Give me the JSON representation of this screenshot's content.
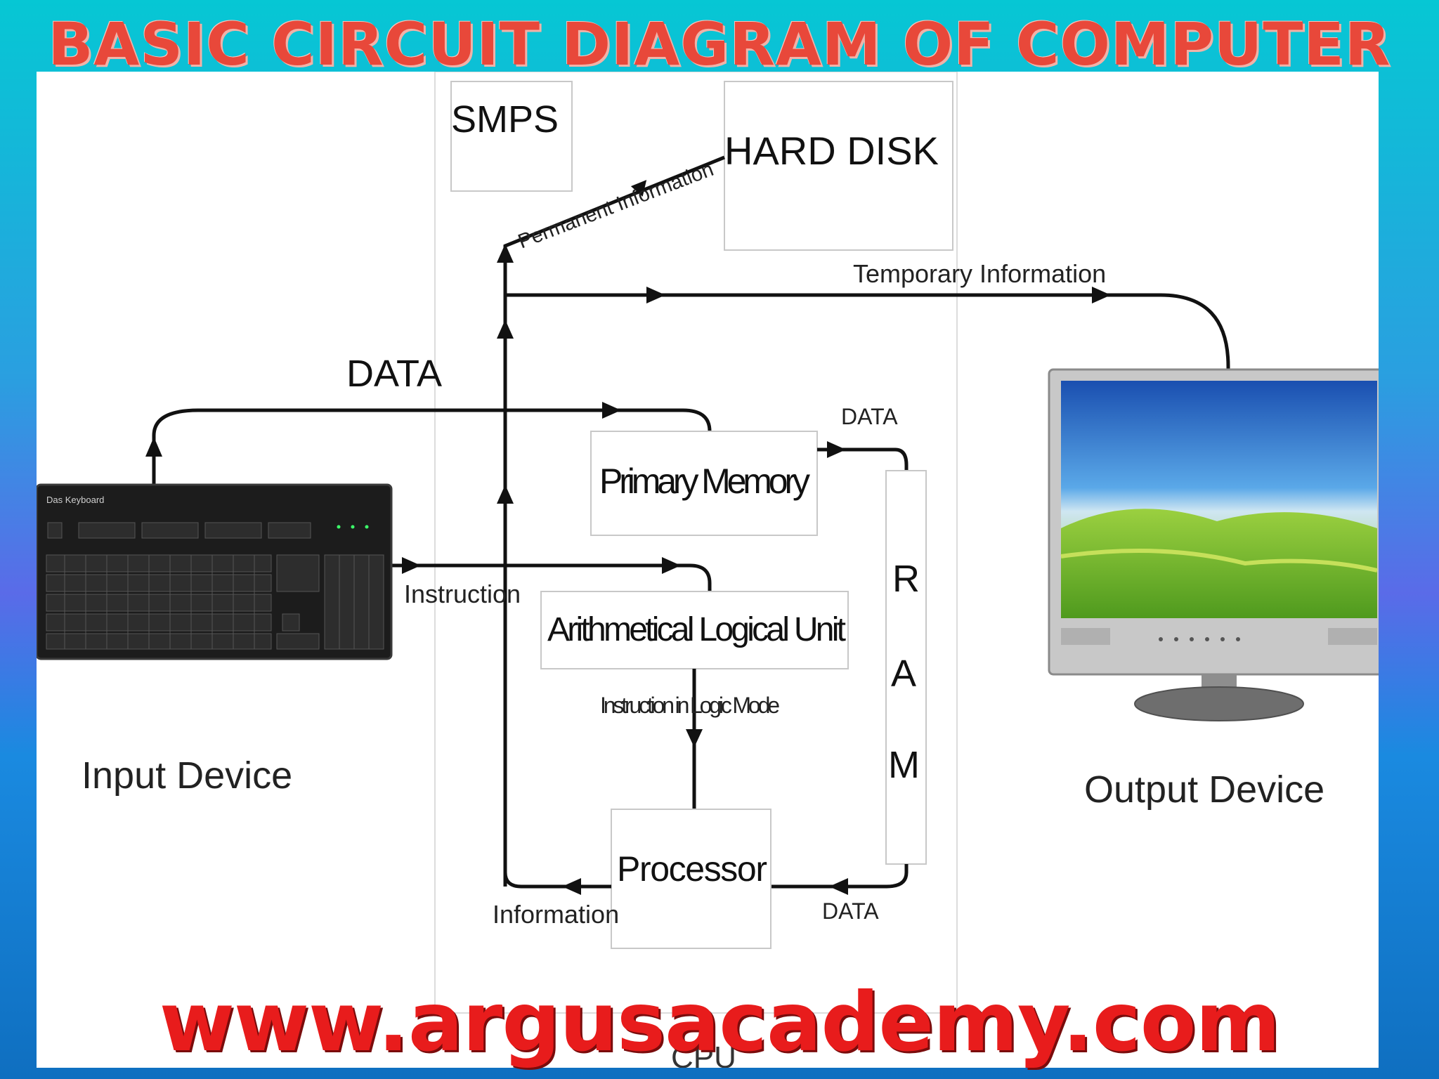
{
  "title": "BASIC CIRCUIT DIAGRAM OF COMPUTER",
  "footer_url": "www.argusacademy.com",
  "labels": {
    "smps": "SMPS",
    "hard_disk": "HARD DISK",
    "permanent_information": "Permanent Information",
    "temporary_information": "Temporary Information",
    "data_main": "DATA",
    "data_ram_in": "DATA",
    "data_ram_out": "DATA",
    "primary_memory": "Primary Memory",
    "instruction": "Instruction",
    "alu": "Arithmetical Logical Unit",
    "instruction_logic_mode": "Instruction in Logic Mode",
    "processor": "Processor",
    "information": "Information",
    "ram_r": "R",
    "ram_a": "A",
    "ram_m": "M",
    "input_device": "Input Device",
    "output_device": "Output Device",
    "keyboard_brand": "Das Keyboard",
    "cpu_partial": "CPU"
  },
  "colors": {
    "title": "#e8483a",
    "footer_url": "#e81c1c",
    "line": "#111111",
    "box_border": "#c8c8c8"
  }
}
